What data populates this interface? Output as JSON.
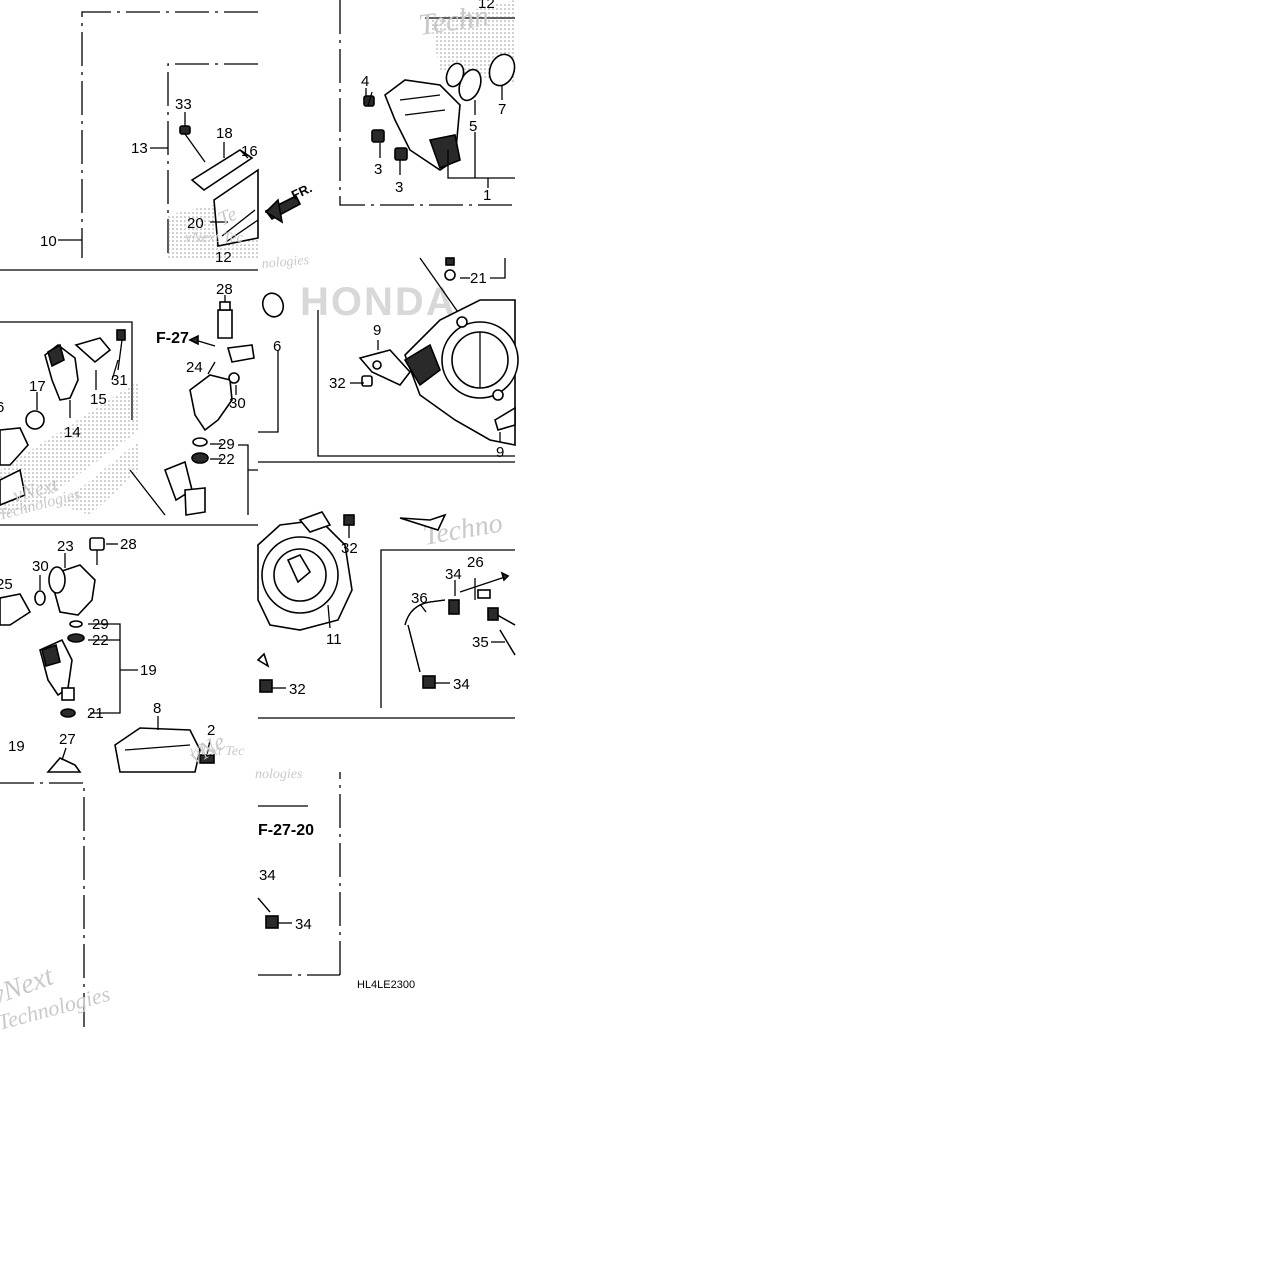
{
  "diagram": {
    "code": "HL4LE2300",
    "front_mark": "FR.",
    "refs": [
      "F-27",
      "F-27-20"
    ],
    "part_labels": {
      "tl": [
        "33",
        "18",
        "16",
        "13",
        "20",
        "12",
        "10"
      ],
      "tr": [
        "4",
        "5",
        "7",
        "3",
        "3",
        "1",
        "12"
      ],
      "ml": [
        "28",
        "24",
        "31",
        "15",
        "17",
        "14",
        "30",
        "29",
        "22",
        "6"
      ],
      "mr": [
        "21",
        "9",
        "6",
        "32",
        "9"
      ],
      "bl": [
        "23",
        "28",
        "30",
        "25",
        "29",
        "22",
        "19",
        "21",
        "8",
        "2",
        "27",
        "19"
      ],
      "br": [
        "32",
        "26",
        "34",
        "36",
        "11",
        "35",
        "34",
        "32"
      ],
      "bt": [
        "34",
        "34"
      ]
    },
    "watermarks": [
      "vNext Technologies",
      "Technologies",
      "vNext",
      "HONDA",
      "Techno",
      "vNext Tec",
      "Technologies"
    ]
  },
  "colors": {
    "ink": "#000000",
    "watermark": "#c9c9c9",
    "background": "#ffffff"
  }
}
